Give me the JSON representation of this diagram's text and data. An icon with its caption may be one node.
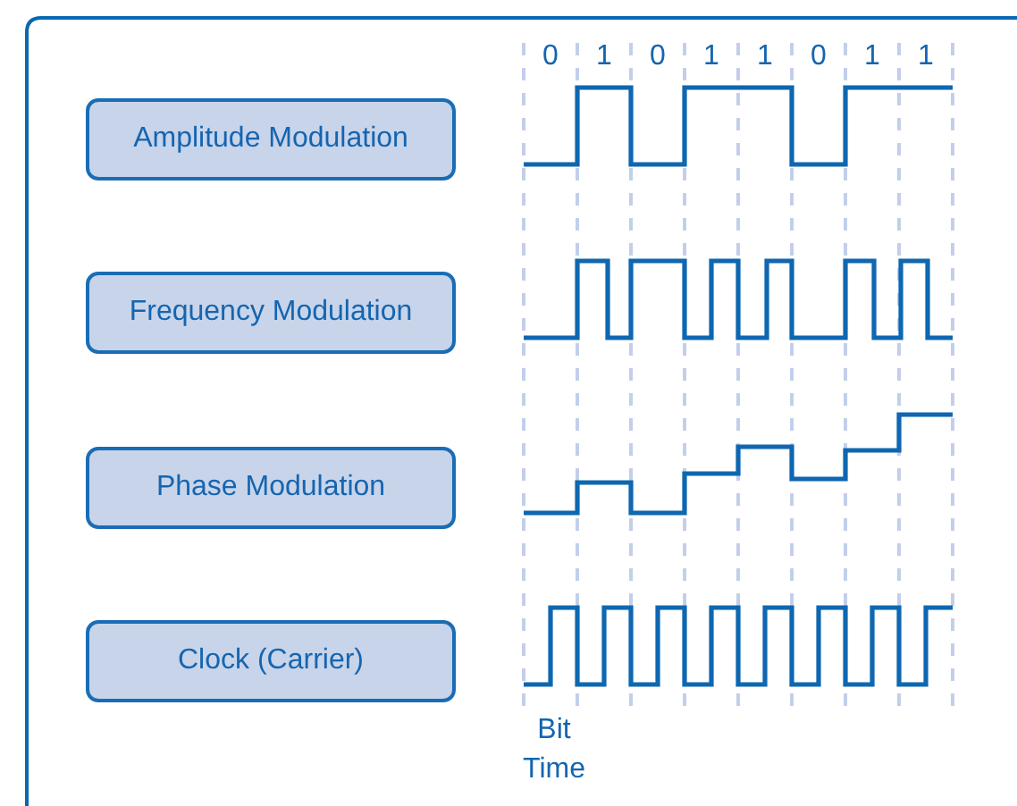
{
  "diagram": {
    "nodes": [
      {
        "text": [
          "Amplitude Modulation"
        ]
      },
      {
        "text": [
          "Frequency Modulation"
        ]
      },
      {
        "text": [
          "Phase Modulation"
        ]
      },
      {
        "text": [
          "Clock (Carrier)"
        ]
      }
    ],
    "labels": [
      "0",
      "1",
      "0",
      "1",
      "1",
      "0",
      "1",
      "1",
      "Bit Time"
    ]
  }
}
